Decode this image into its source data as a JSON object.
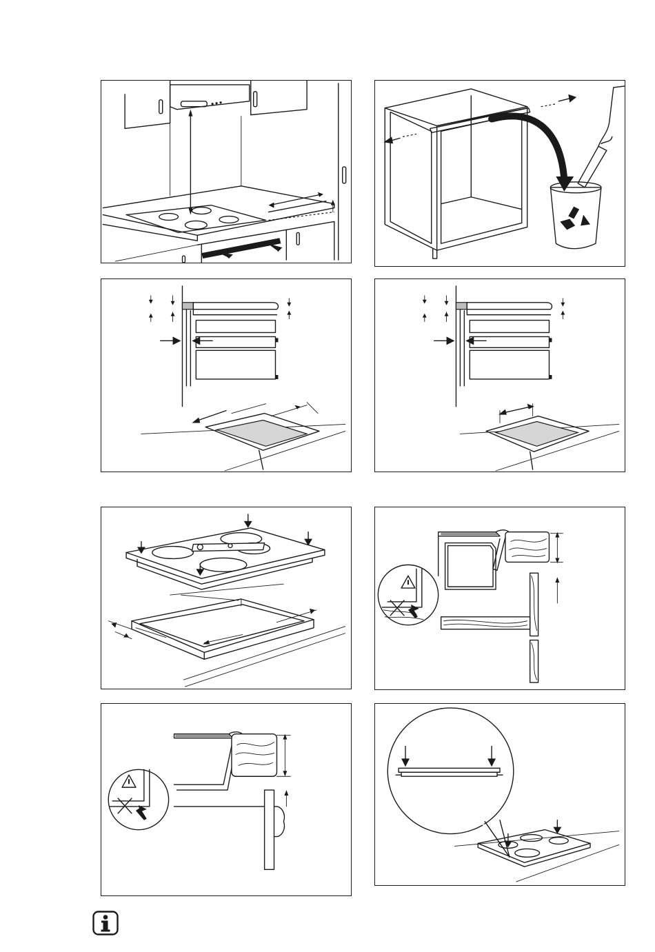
{
  "figures": [
    {
      "id": "hood-clearance",
      "icon": "cooker-hood-and-hob-installation"
    },
    {
      "id": "cabinet-crossbar-removal",
      "icon": "recycle-bin-icon"
    },
    {
      "id": "cutout-dimensions-oven",
      "icon": "cutout-section-view"
    },
    {
      "id": "cutout-dimensions-drawer",
      "icon": "cutout-section-view"
    },
    {
      "id": "hob-placement",
      "icon": "hob-pressing-arrows"
    },
    {
      "id": "drawer-clearance-warning",
      "icon": "warning-triangle-icon"
    },
    {
      "id": "oven-clearance-warning",
      "icon": "warning-triangle-icon"
    },
    {
      "id": "hob-seal-detail",
      "icon": "magnifier-detail"
    }
  ],
  "info": {
    "icon": "info-icon"
  }
}
